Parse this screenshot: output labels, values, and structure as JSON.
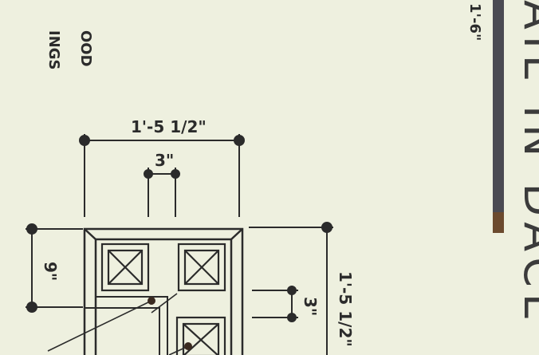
{
  "drawing": {
    "dimensions": {
      "top_overall": "1'-5 1/2\"",
      "top_gap": "3\"",
      "left_height": "9\"",
      "right_gap": "3\"",
      "right_overall": "1'-5 1/2\"",
      "top_right_partial": "1'-6\""
    },
    "fragments": {
      "ings": "INGS",
      "ood": "OOD"
    },
    "title_fragment": "AIL IN DACE"
  },
  "colors": {
    "ink": "#2b2b2b",
    "paper": "#eef0df",
    "accent_bar": "#4a4a52",
    "bar_tip": "#6b4a2e"
  }
}
